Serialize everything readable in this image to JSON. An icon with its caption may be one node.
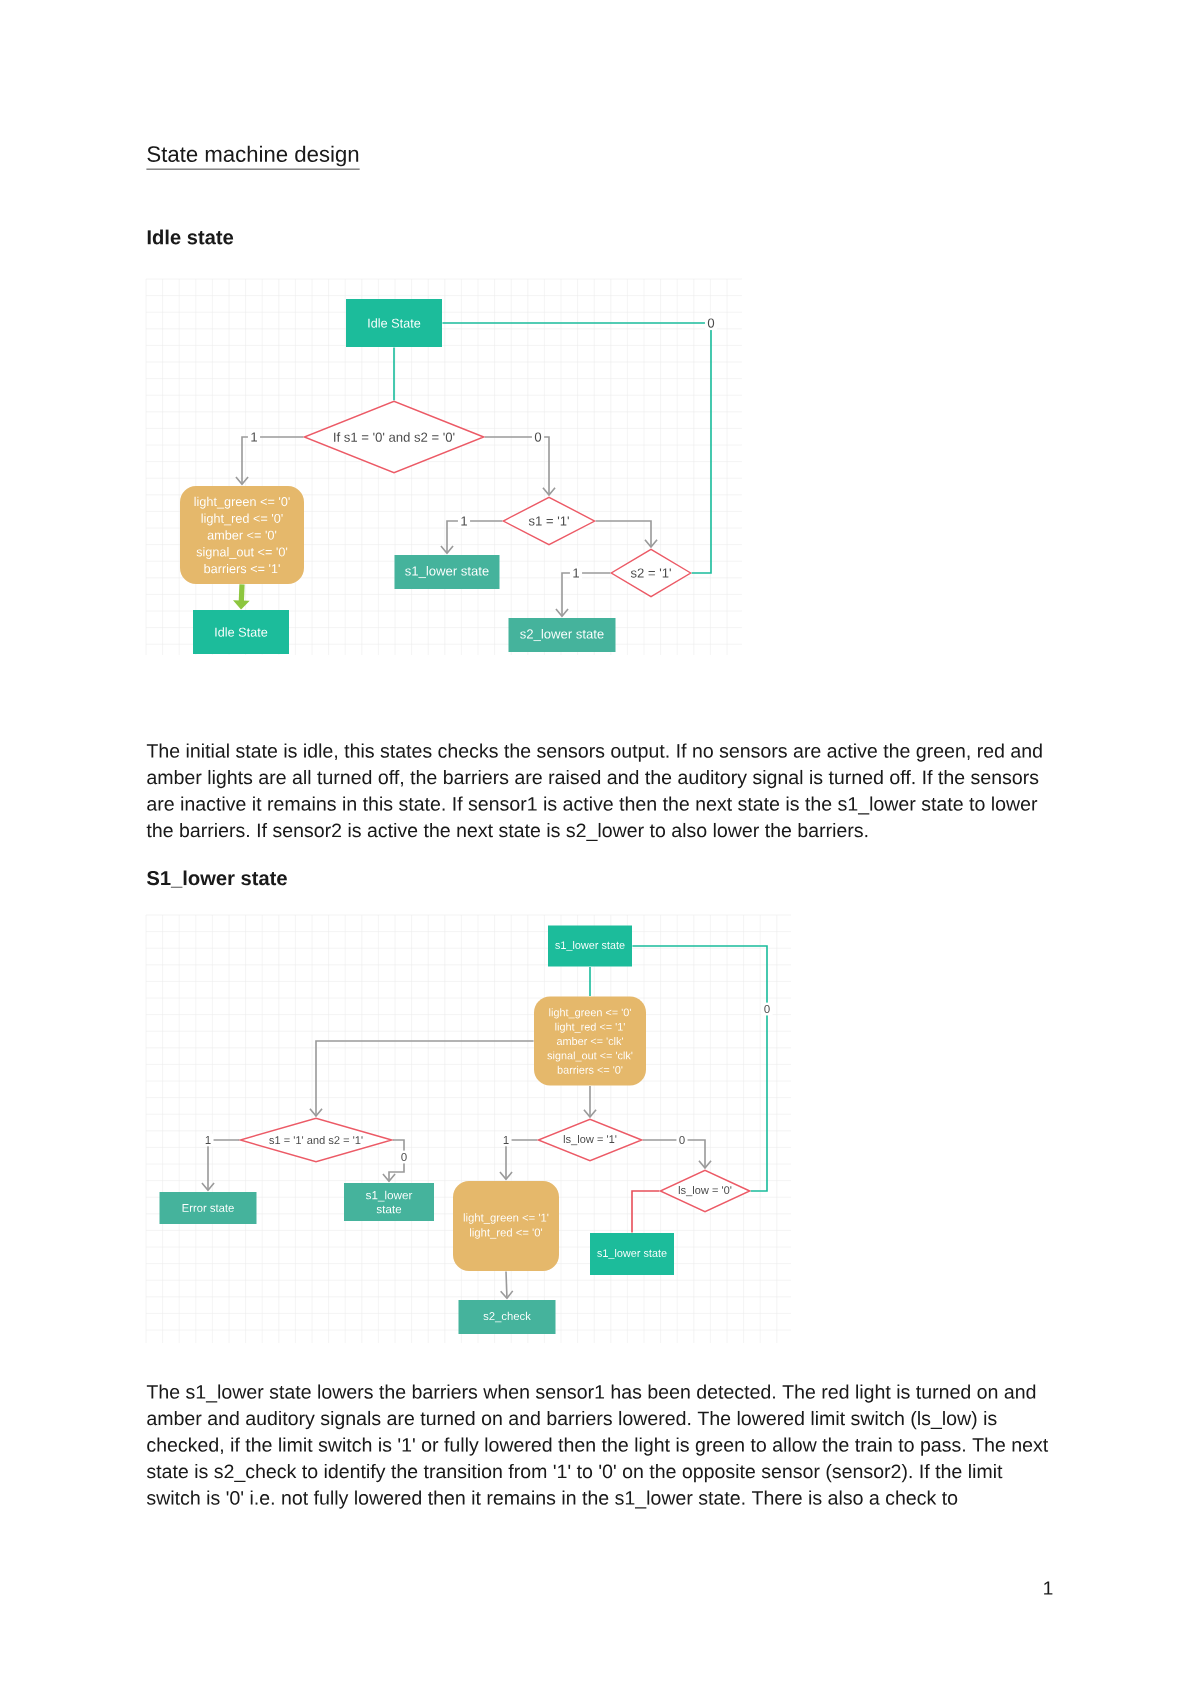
{
  "diagram": {
    "title": "State machine design",
    "nodes": [
      {
        "text": [
          "Idle State"
        ]
      },
      {
        "text": [
          "If s1 = '0' and s2 = '0'"
        ]
      },
      {
        "text": [
          "light_green <= '0'",
          "light_red <= '0'",
          "amber <= '0'",
          "signal_out <= '0'",
          "barriers <= '1'"
        ]
      },
      {
        "text": [
          "Idle State"
        ]
      },
      {
        "text": [
          "s1 = '1'"
        ]
      },
      {
        "text": [
          "s1_lower state"
        ]
      },
      {
        "text": [
          "s2 = '1'"
        ]
      },
      {
        "text": [
          "s2_lower state"
        ]
      },
      {
        "text": [
          "s1_lower state"
        ]
      },
      {
        "text": [
          "light_green <= '0'",
          "light_red <= '1'",
          "amber <= 'clk'",
          "signal_out <= 'clk'",
          "barriers <= '0'"
        ]
      },
      {
        "text": [
          "s1 = '1' and s2 = '1'"
        ]
      },
      {
        "text": [
          "ls_low = '1'"
        ]
      },
      {
        "text": [
          "Error state"
        ]
      },
      {
        "text": [
          "s1_lower state"
        ]
      },
      {
        "text": [
          "light_green <= '1'",
          "light_red <= '0'"
        ]
      },
      {
        "text": [
          "ls_low = '0'"
        ]
      },
      {
        "text": [
          "s1_lower state"
        ]
      },
      {
        "text": [
          "s2_check"
        ]
      }
    ],
    "edges": [
      {
        "from": 0,
        "to": 1,
        "arrow": "none",
        "color": "#1abc9c"
      },
      {
        "from": 1,
        "to": 2,
        "arrow": "to",
        "label": "1"
      },
      {
        "from": 1,
        "to": 4,
        "arrow": "to",
        "label": "0"
      },
      {
        "from": 2,
        "to": 3,
        "arrow": "to",
        "style": "thick",
        "color": "#8dc63f"
      },
      {
        "from": 4,
        "to": 5,
        "arrow": "to",
        "label": "1"
      },
      {
        "from": 4,
        "to": 6,
        "arrow": "to"
      },
      {
        "from": 6,
        "to": 7,
        "arrow": "to",
        "label": "1"
      },
      {
        "from": 6,
        "to": 0,
        "arrow": "none",
        "label": "0",
        "color": "#1abc9c"
      },
      {
        "from": 8,
        "to": 9,
        "arrow": "none",
        "color": "#1abc9c"
      },
      {
        "from": 9,
        "to": 10,
        "arrow": "to"
      },
      {
        "from": 9,
        "to": 11,
        "arrow": "to"
      },
      {
        "from": 10,
        "to": 12,
        "arrow": "to",
        "label": "1"
      },
      {
        "from": 10,
        "to": 13,
        "arrow": "to",
        "label": "0"
      },
      {
        "from": 11,
        "to": 14,
        "arrow": "to",
        "label": "1"
      },
      {
        "from": 11,
        "to": 15,
        "arrow": "to",
        "label": "0"
      },
      {
        "from": 14,
        "to": 17,
        "arrow": "to"
      },
      {
        "from": 15,
        "to": 8,
        "arrow": "none",
        "label": "0",
        "color": "#1abc9c"
      },
      {
        "from": 15,
        "to": 16,
        "arrow": "none",
        "color": "#e8505b"
      }
    ],
    "labels": [
      "Idle state",
      "The initial state is idle, this states checks the sensors output. If no sensors are active the green, red and amber lights are all turned off, the barriers are raised and the auditory signal is turned off. If the sensors are inactive it remains in this state. If sensor1 is active then the next state is the s1_lower state to lower the barriers. If sensor2 is active the next state is s2_lower to also lower the barriers.",
      "S1_lower state",
      "The s1_lower state lowers the barriers when sensor1 has been detected. The red light is turned on and amber and auditory signals are turned on and barriers lowered. The lowered limit switch (ls_low) is checked, if the limit switch is '1' or fully lowered then the light is green to allow the train to pass. The next state is s2_check to identify the transition from '1' to '0' on the opposite sensor (sensor2). If the limit switch is '0' i.e. not fully lowered then it remains in the s1_lower state. There is also a check to",
      "1"
    ]
  }
}
